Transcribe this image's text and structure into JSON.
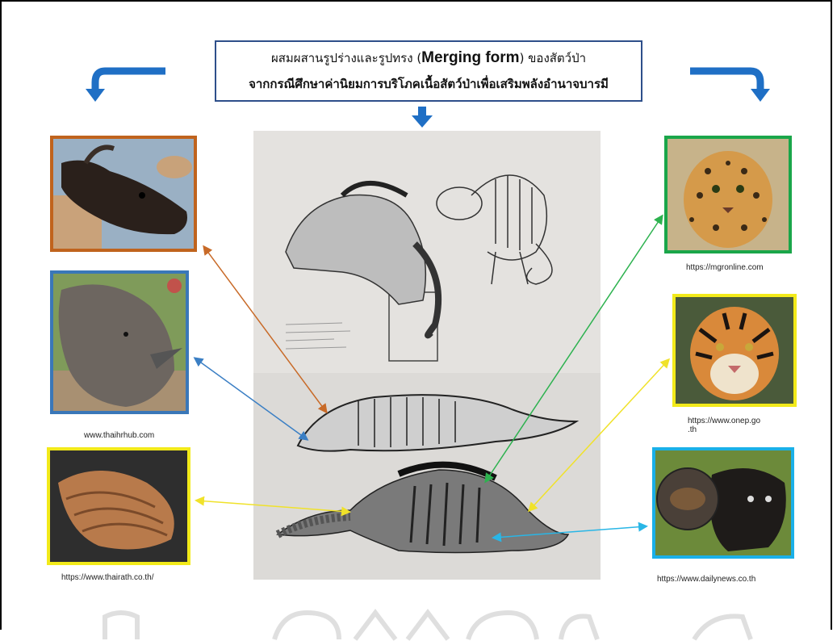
{
  "title": {
    "line1_prefix": "ผสมผสานรูปร่างและรูปทรง (",
    "line1_bold": "Merging form",
    "line1_suffix": ") ของสัตว์ป่า",
    "line2": "จากกรณีศึกษาค่านิยมการบริโภคเนื้อสัตว์ป่าเพื่อเสริมพลังอำนาจบารมี"
  },
  "left_animals": [
    {
      "name": "gaur / wild cattle",
      "caption": ""
    },
    {
      "name": "rhinoceros",
      "caption": "www.thaihrhub.com"
    },
    {
      "name": "pangolin",
      "caption": "https://www.thairath.co.th/"
    }
  ],
  "right_animals": [
    {
      "name": "leopard",
      "caption": "https://mgronline.com"
    },
    {
      "name": "tiger",
      "caption": "https://www.onep.go\n.th"
    },
    {
      "name": "binturong",
      "caption": "https://www.dailynews.co.th"
    }
  ],
  "colors": {
    "arrow_blue": "#1f6fc5",
    "frame_brown": "#c0631d",
    "frame_blue": "#3a77b8",
    "frame_yellow": "#f2ea1a",
    "frame_green": "#1aa64a",
    "frame_cyan": "#1ab0e8",
    "line_brown": "#c86a28",
    "line_blue": "#3b7fc4",
    "line_yellow": "#f0e22a",
    "line_green": "#2db24f",
    "line_cyan": "#29b6e6"
  },
  "icons": [
    "curved-arrow-left-icon",
    "curved-arrow-right-icon",
    "down-arrow-icon"
  ]
}
